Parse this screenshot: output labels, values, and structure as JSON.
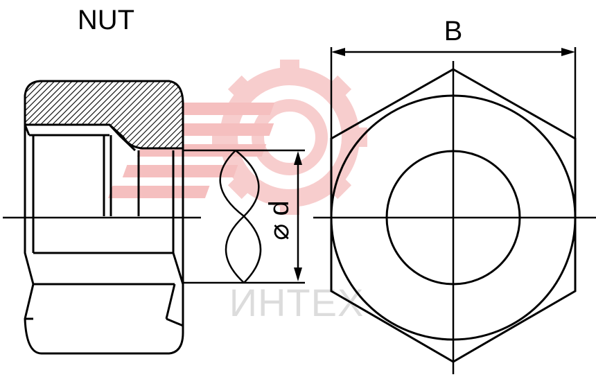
{
  "title": "NUT",
  "dimensions": {
    "width_label": "B",
    "diameter_label": "⌀ d"
  },
  "watermark": {
    "text": "ИНТЕХ",
    "icon": "gear-logo-icon",
    "color": "#f4b9b9"
  },
  "colors": {
    "line": "#000000",
    "background": "#ffffff"
  }
}
